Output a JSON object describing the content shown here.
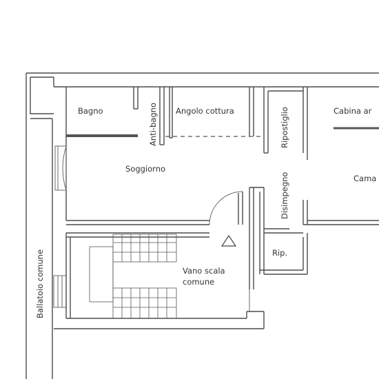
{
  "colors": {
    "background": "#ffffff",
    "walls": "#4a4a4a",
    "text": "#333333"
  },
  "rooms": {
    "bagno": "Bagno",
    "anti_bagno": "Anti-bagno",
    "angolo_cottura": "Angolo cottura",
    "ripostiglio": "Ripostiglio",
    "cabina": "Cabina ar",
    "soggiorno": "Soggiorno",
    "disimpegno": "Disimpegno",
    "camera": "Cama",
    "rip": "Rip.",
    "vano_scala_line1": "Vano scala",
    "vano_scala_line2": "comune",
    "ballatoio": "Ballatoio comune"
  }
}
